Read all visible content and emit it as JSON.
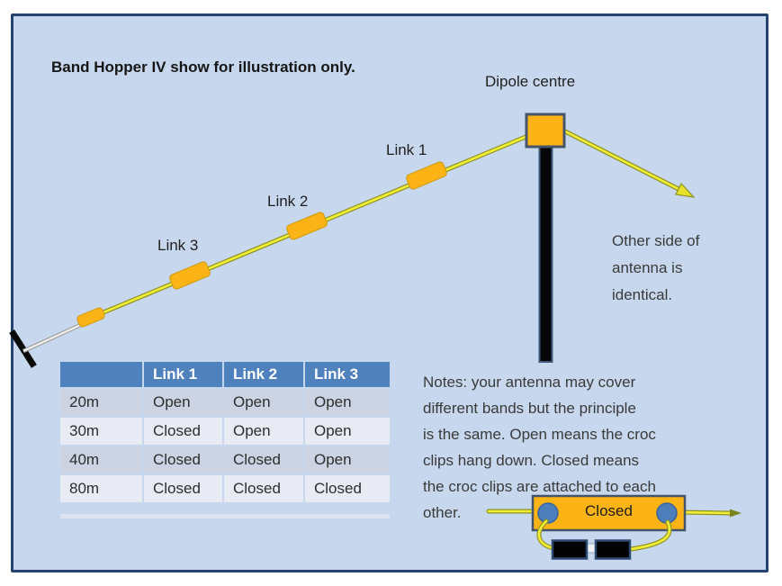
{
  "title": "Band Hopper IV show for illustration only.",
  "diagram": {
    "dipole_centre_label": "Dipole centre",
    "link1_label": "Link 1",
    "link2_label": "Link 2",
    "link3_label": "Link 3",
    "other_side_note": "Other side of\nantenna is\nidentical.",
    "closed_detail_label": "Closed"
  },
  "notes": "Notes: your antenna may cover\ndifferent bands but the principle\nis the same.  Open means the croc\nclips hang down.  Closed means\nthe croc clips are attached to each\nother.",
  "table": {
    "headers": [
      "",
      "Link 1",
      "Link 2",
      "Link 3"
    ],
    "rows": [
      {
        "band": "20m",
        "link1": "Open",
        "link2": "Open",
        "link3": "Open"
      },
      {
        "band": "30m",
        "link1": "Closed",
        "link2": "Open",
        "link3": "Open"
      },
      {
        "band": "40m",
        "link1": "Closed",
        "link2": "Closed",
        "link3": "Open"
      },
      {
        "band": "80m",
        "link1": "Closed",
        "link2": "Closed",
        "link3": "Closed"
      }
    ]
  },
  "colors": {
    "panel_bg": "#c7d7ed",
    "panel_border": "#24436e",
    "accent_orange": "#fcb316",
    "wire_yellow": "#f2ee38",
    "table_header_bg": "#4f81bd",
    "row_dark": "#ccd3e3",
    "row_light": "#e8ebf3",
    "clip_blue": "#4d7ebc"
  }
}
